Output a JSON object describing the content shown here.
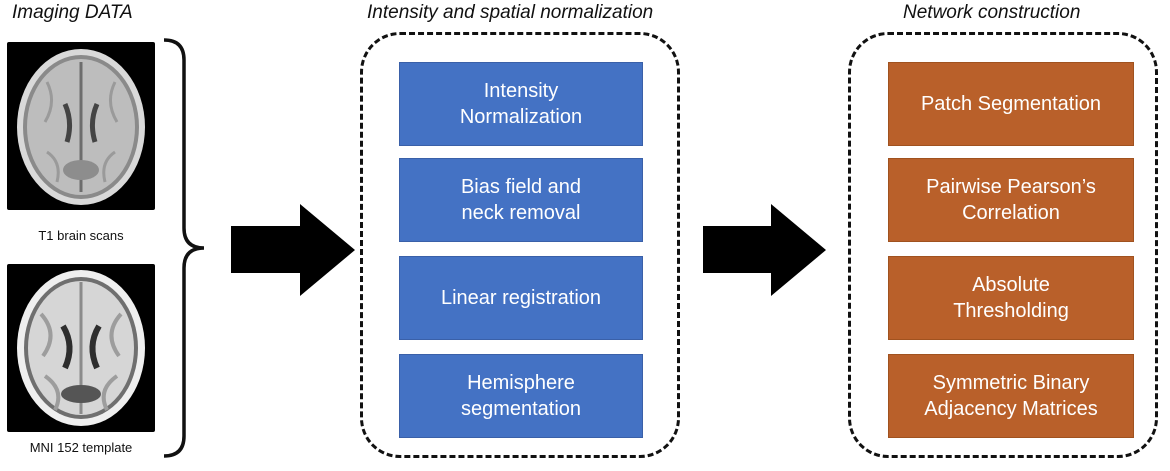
{
  "imaging": {
    "heading": "Imaging DATA",
    "t1_caption": "T1 brain scans",
    "mni_caption": "MNI 152 template"
  },
  "normalization": {
    "heading": "Intensity and spatial normalization",
    "steps": [
      {
        "label": "Intensity\nNormalization"
      },
      {
        "label": "Bias field  and\nneck removal"
      },
      {
        "label": "Linear registration"
      },
      {
        "label": "Hemisphere\nsegmentation"
      }
    ]
  },
  "network": {
    "heading": "Network construction",
    "steps": [
      {
        "label": "Patch Segmentation"
      },
      {
        "label": "Pairwise Pearson’s\nCorrelation"
      },
      {
        "label": "Absolute\nThresholding"
      },
      {
        "label": "Symmetric Binary\nAdjacency Matrices"
      }
    ]
  },
  "colors": {
    "normalization_box": "#4472c4",
    "network_box": "#b9602a",
    "arrow": "#000000"
  },
  "icons": [
    "brain-mri-icon",
    "curly-brace-icon",
    "right-arrow-icon"
  ]
}
